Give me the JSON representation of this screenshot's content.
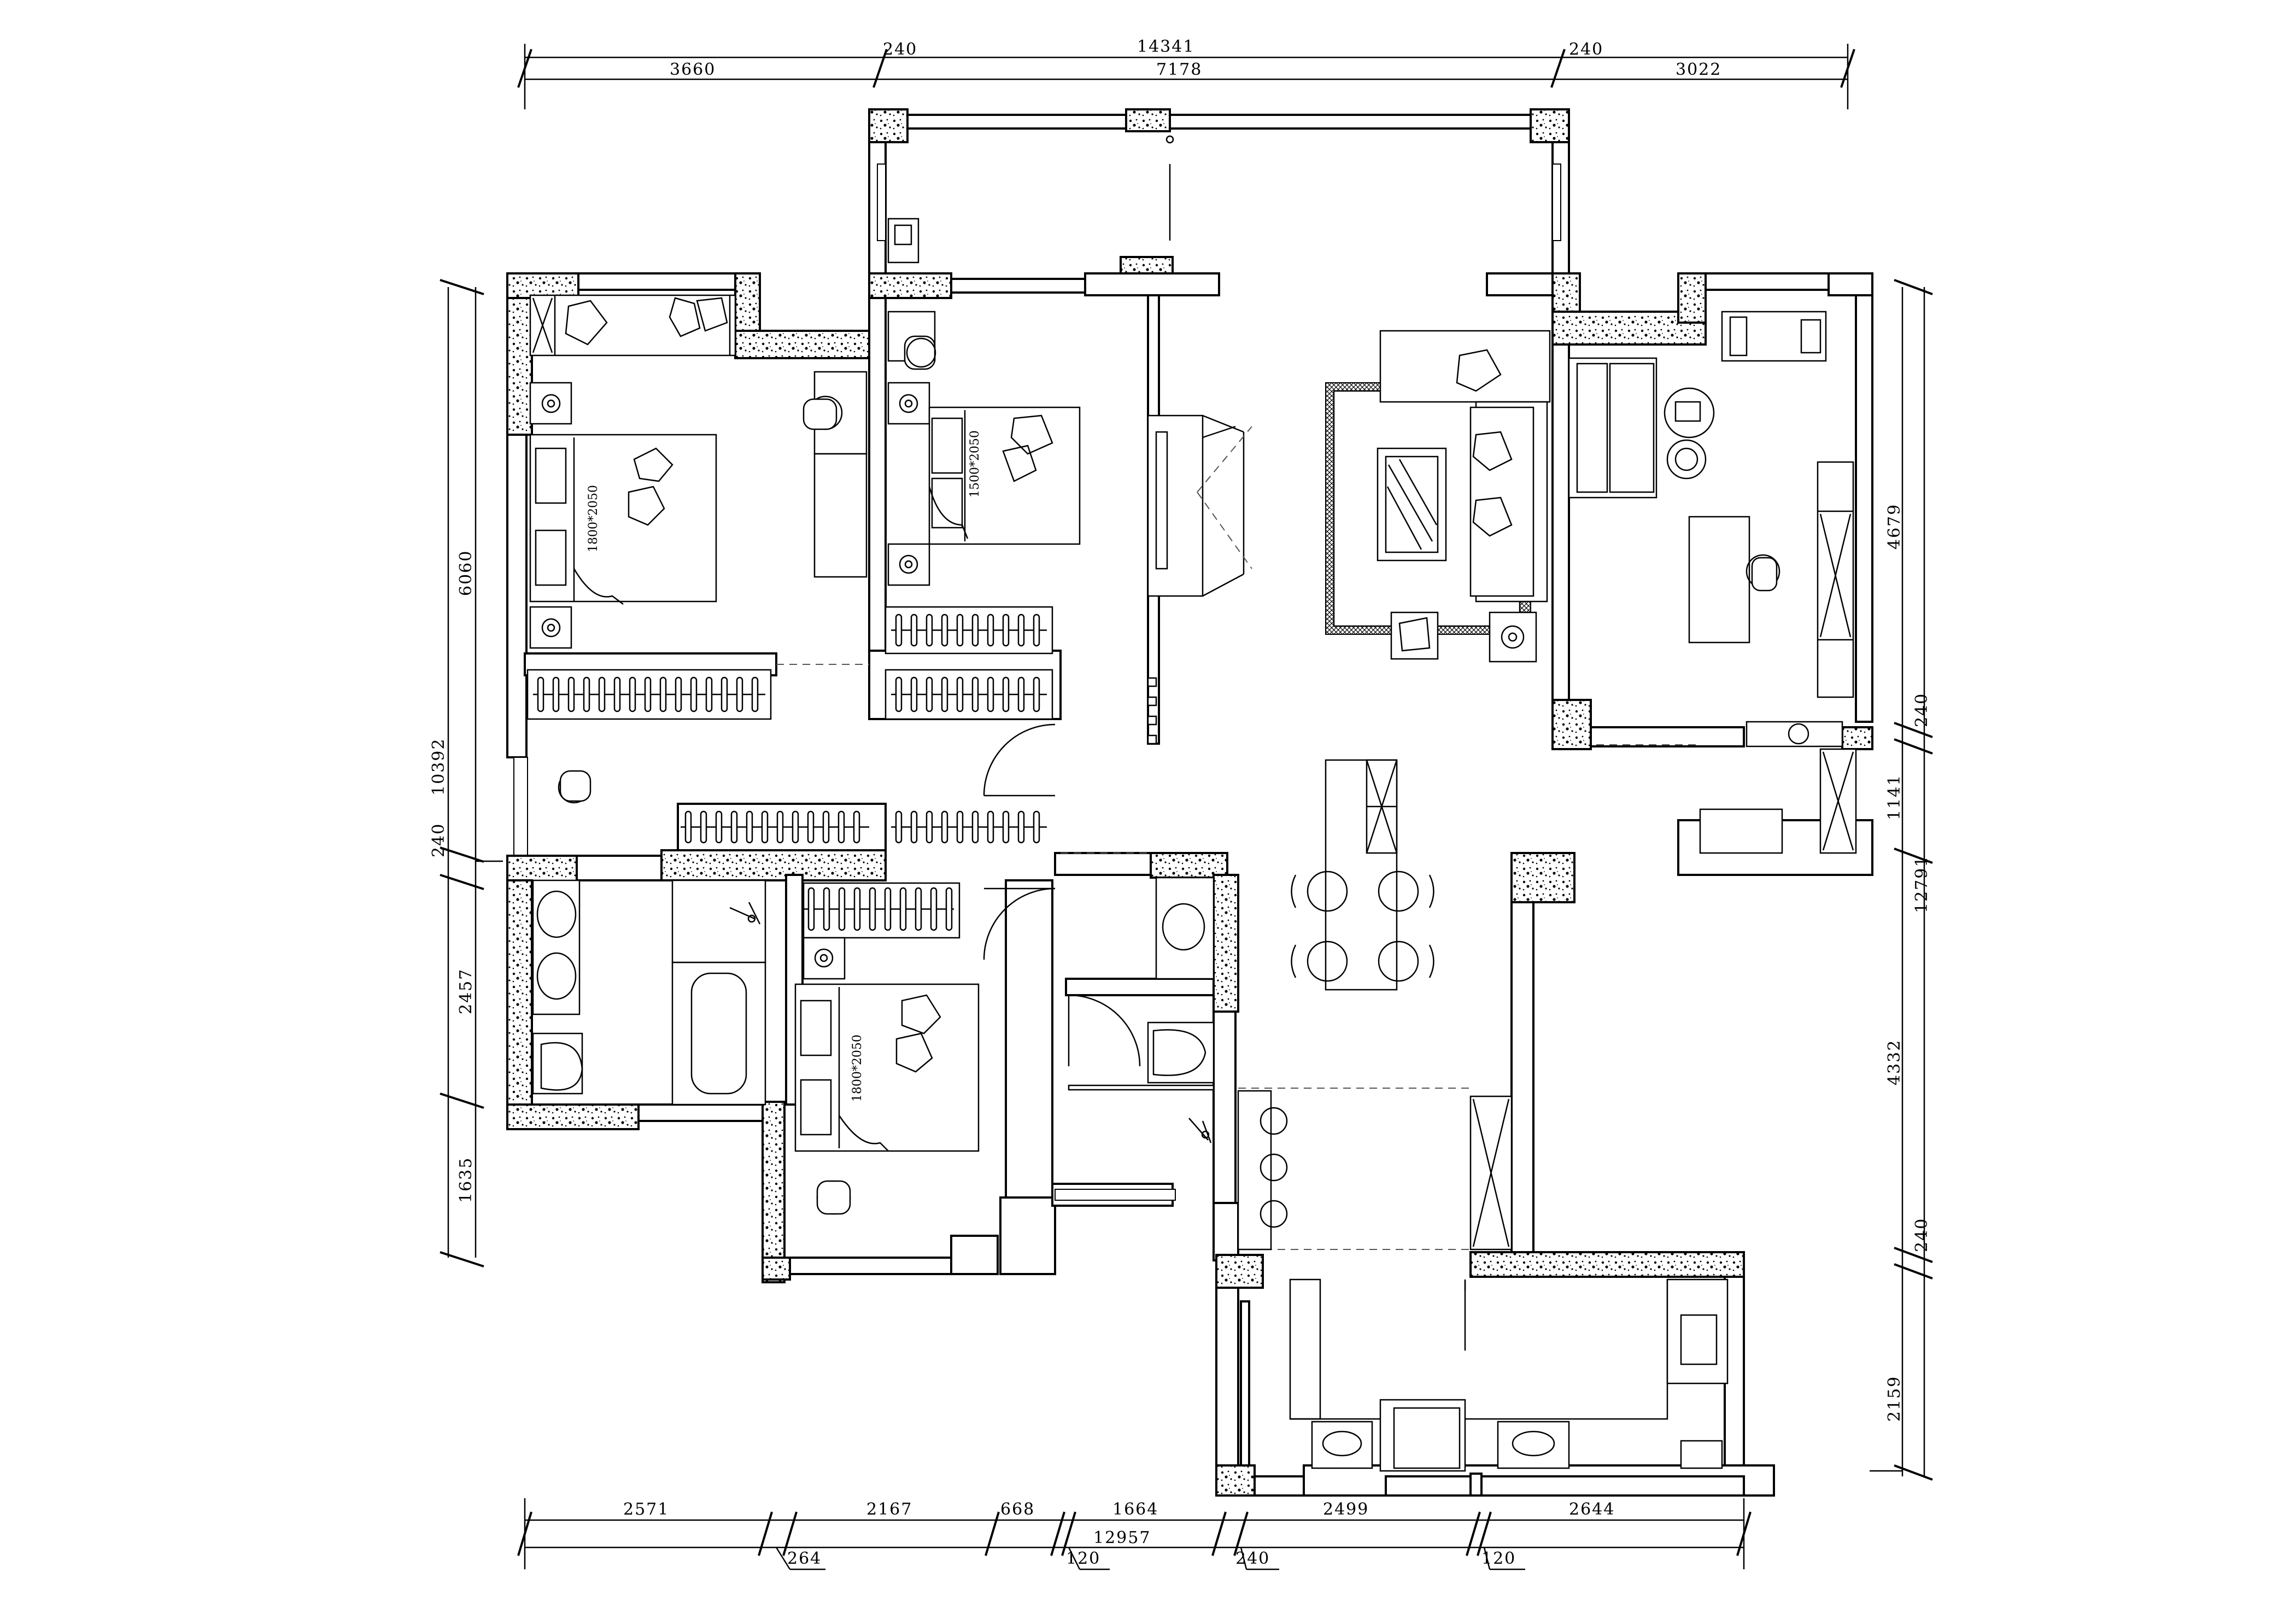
{
  "drawing": {
    "top_total": "14341",
    "top_segments": [
      "3660",
      "240",
      "7178",
      "240",
      "3022"
    ],
    "bottom_total": "12957",
    "bottom_segments": [
      "2571",
      "2167",
      "668",
      "1664",
      "2499",
      "2644"
    ],
    "bottom_offsets": [
      "264",
      "120",
      "240",
      "120"
    ],
    "left_dims": [
      "6060",
      "10392",
      "240",
      "2457",
      "1635"
    ],
    "right_dims": [
      "4679",
      "240",
      "1141",
      "12791",
      "4332",
      "240",
      "2159"
    ],
    "beds": [
      "1800*2050",
      "1500*2050",
      "1800*2050"
    ]
  },
  "colors": {
    "ink": "#000000",
    "paper": "#ffffff"
  }
}
